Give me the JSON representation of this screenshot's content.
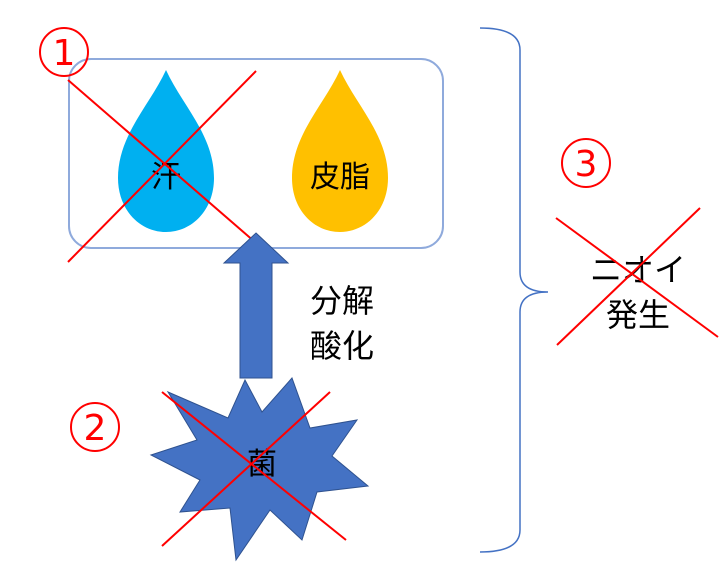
{
  "markers": {
    "one": "①",
    "two": "②",
    "three": "③"
  },
  "drops": {
    "sweat": "汗",
    "sebum": "皮脂"
  },
  "process": {
    "line1": "分解",
    "line2": "酸化"
  },
  "bacteria": "菌",
  "odor": {
    "line1": "ニオイ",
    "line2": "発生"
  },
  "colors": {
    "sweat_drop": "#00B0F0",
    "sebum_drop": "#FFC000",
    "arrow": "#4472C4",
    "starburst": "#4472C4",
    "cross": "#FF0000",
    "marker": "#FF0000",
    "box_border": "#8FAADC",
    "bracket": "#4472C4"
  }
}
